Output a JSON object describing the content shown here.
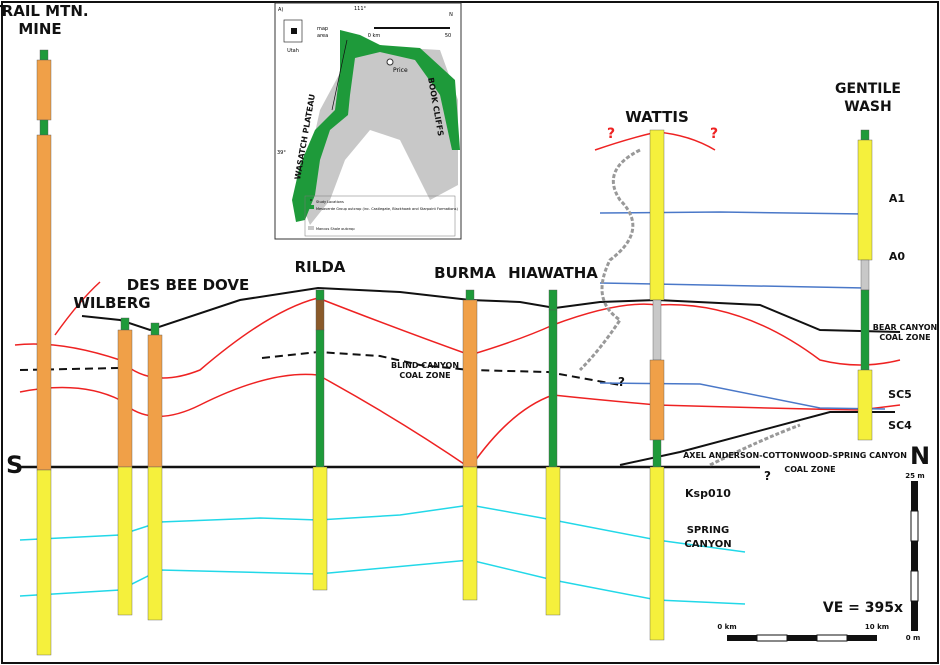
{
  "wells": [
    {
      "name": "TRAIL MTN.",
      "name2": "MINE"
    },
    {
      "name": "WILBERG"
    },
    {
      "name": "DES BEE DOVE"
    },
    {
      "name": "RILDA"
    },
    {
      "name": "BURMA"
    },
    {
      "name": "HIAWATHA"
    },
    {
      "name": "WATTIS"
    },
    {
      "name": "GENTILE",
      "name2": "WASH"
    }
  ],
  "zones": {
    "blind_canyon": [
      "BLIND CANYON",
      "COAL ZONE"
    ],
    "bear_canyon": [
      "BEAR CANYON",
      "COAL ZONE"
    ],
    "axel": [
      "AXEL ANDERSON-COTTONWOOD-SPRING CANYON",
      "COAL ZONE"
    ],
    "spring_canyon": [
      "SPRING",
      "CANYON"
    ],
    "ksp": "Ksp010",
    "a1": "A1",
    "a0": "A0",
    "sc5": "SC5",
    "sc4": "SC4"
  },
  "question_mark": "?",
  "directions": {
    "south": "S",
    "north": "N"
  },
  "scale": {
    "vertical_top": "25 m",
    "vertical_bottom": "0 m",
    "h_left": "0 km",
    "h_right": "10 km",
    "ve": "VE = 395x"
  },
  "map": {
    "panel": "A)",
    "longitude": "111°",
    "latitude": "39°",
    "north": "N",
    "scale_left": "0 km",
    "scale_right": "50",
    "inset_label": [
      "map",
      "area"
    ],
    "state": "Utah",
    "city": "Price",
    "plateau": "WASATCH PLATEAU",
    "cliffs": "BOOK CLIFFS",
    "legend": [
      "Study Locations",
      "Mesaverde Group outcrop (inc. Castlegate, Blackhawk and Starpoint Formations)",
      "Mancos Shale outcrop"
    ]
  },
  "colors": {
    "green": "#1e9a3a",
    "orange": "#f0a048",
    "yellow": "#f5f03c",
    "red": "#ee2222",
    "blue": "#4a78c8",
    "cyan": "#22d8e8",
    "gray": "#c8c8c8"
  }
}
